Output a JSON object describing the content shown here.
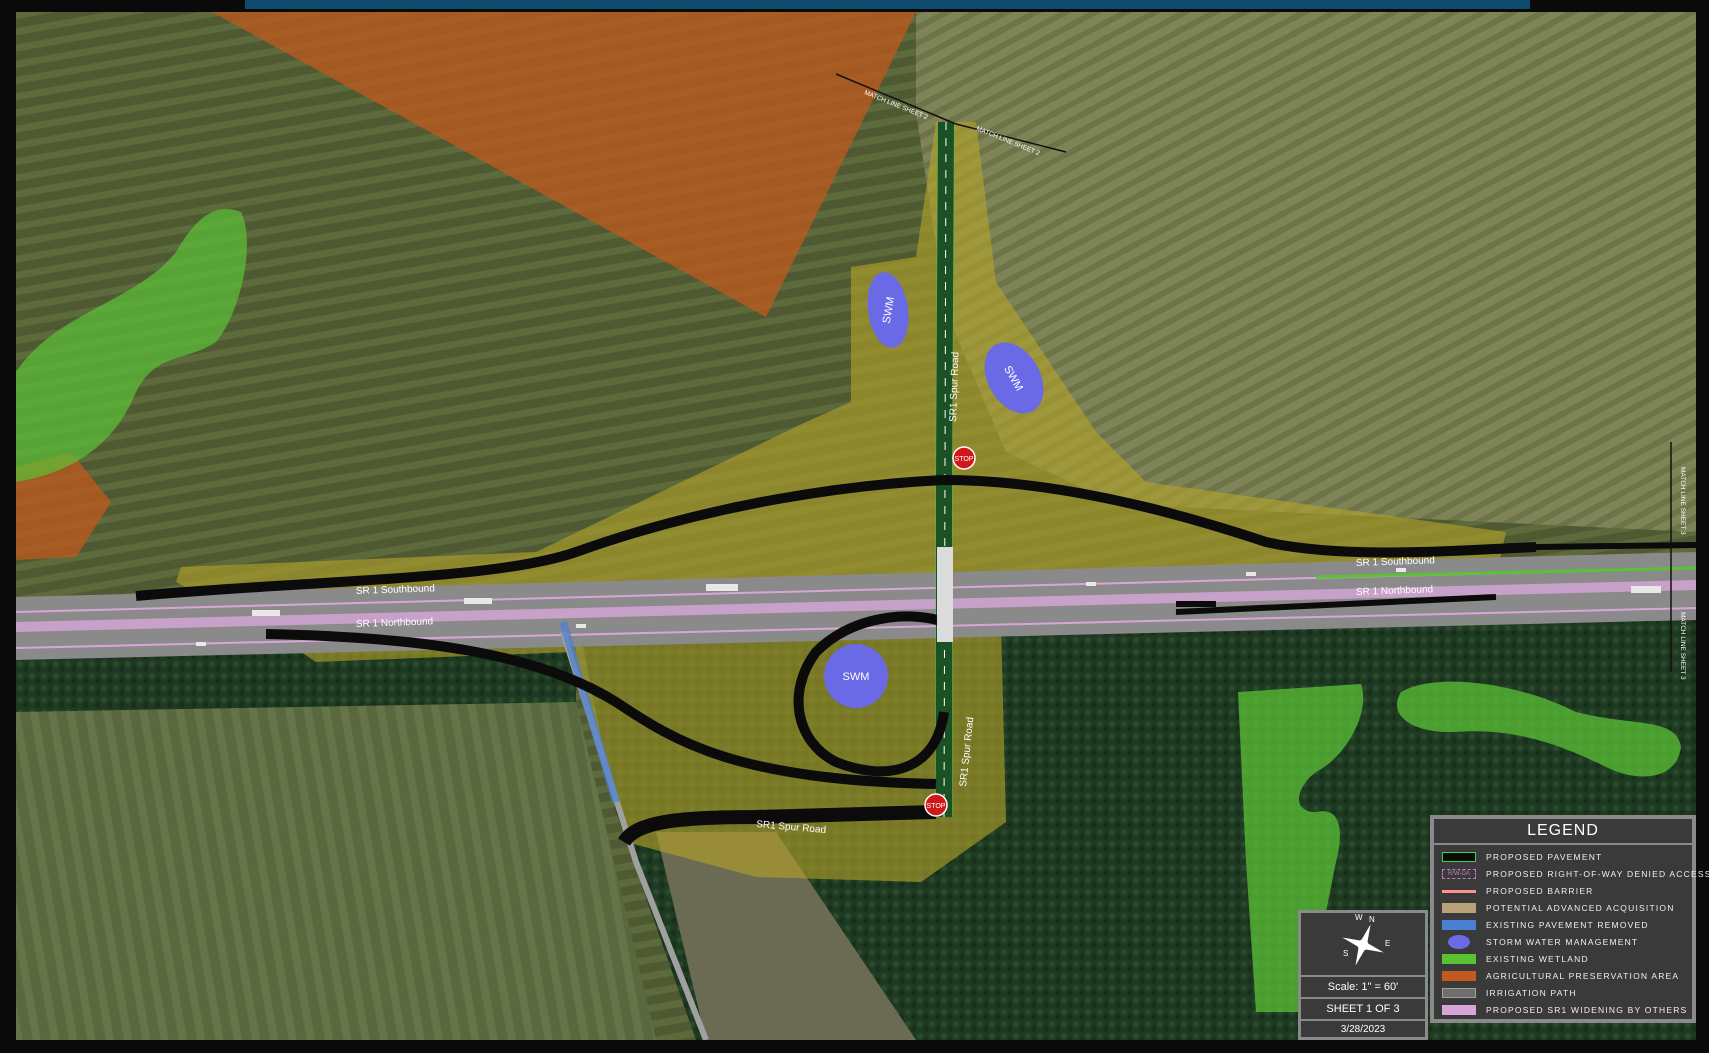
{
  "map": {
    "road_labels": {
      "sr1_southbound_west": "SR 1 Southbound",
      "sr1_northbound_west": "SR 1 Northbound",
      "sr1_southbound_east": "SR 1 Southbound",
      "sr1_northbound_east": "SR 1 Northbound",
      "spur_north": "SR1 Spur Road",
      "spur_south": "SR1 Spur Road",
      "spur_west": "SR1 Spur Road"
    },
    "swm_labels": [
      "SWM",
      "SWM",
      "SWM"
    ],
    "stop_signs": [
      "STOP",
      "STOP"
    ],
    "match_lines": {
      "top_left": "MATCH LINE SHEET 2",
      "top_right": "MATCH LINE SHEET 2",
      "right_upper": "MATCH LINE SHEET 3",
      "right_lower": "MATCH LINE SHEET 3"
    },
    "colors": {
      "proposed_pavement": "#0b0b0b",
      "pavement_edge": "#39d353",
      "row_denied_access": "#c080c0",
      "proposed_barrier": "#ff9090",
      "advanced_acquisition": "#b9a27a",
      "existing_pavement_removed": "#4a7fd4",
      "storm_water_management": "#6a6ae6",
      "existing_wetland": "#5bc236",
      "agricultural_preservation": "#c25a1e",
      "irrigation_path": "#a0a0a0",
      "sr1_widening": "#d7a6d7",
      "project_area": "#b5a32a"
    }
  },
  "legend": {
    "title": "LEGEND",
    "items": [
      {
        "label": "PROPOSED PAVEMENT",
        "icon": "pavement-swatch"
      },
      {
        "label": "PROPOSED RIGHT-OF-WAY DENIED ACCESS",
        "icon": "row-denied-swatch",
        "swatch_text": "R/W-DA"
      },
      {
        "label": "PROPOSED BARRIER",
        "icon": "barrier-swatch"
      },
      {
        "label": "POTENTIAL ADVANCED ACQUISITION",
        "icon": "acquisition-swatch"
      },
      {
        "label": "EXISTING PAVEMENT REMOVED",
        "icon": "pavement-removed-swatch"
      },
      {
        "label": "STORM WATER MANAGEMENT",
        "icon": "swm-swatch"
      },
      {
        "label": "EXISTING WETLAND",
        "icon": "wetland-swatch"
      },
      {
        "label": "AGRICULTURAL PRESERVATION AREA",
        "icon": "ag-preservation-swatch"
      },
      {
        "label": "IRRIGATION PATH",
        "icon": "irrigation-swatch"
      },
      {
        "label": "PROPOSED SR1 WIDENING BY OTHERS",
        "icon": "widening-swatch"
      }
    ]
  },
  "title_block": {
    "compass_icon": "compass-rose-icon",
    "compass_letters": [
      "N",
      "E",
      "S",
      "W"
    ],
    "scale": "Scale: 1\" = 60'",
    "sheet": "SHEET 1 OF 3",
    "date": "3/28/2023"
  }
}
